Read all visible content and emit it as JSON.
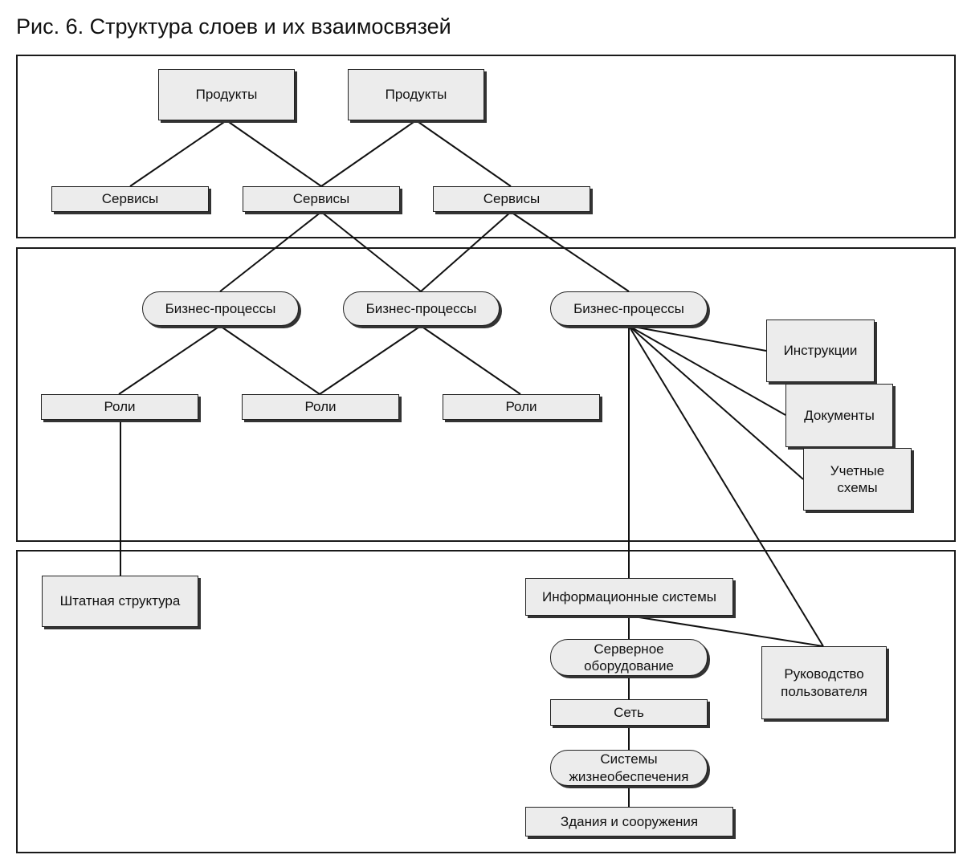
{
  "caption": "Рис. 6. Структура слоев и их взаимосвязей",
  "nodes": {
    "product_1": "Продукты",
    "product_2": "Продукты",
    "service_1": "Сервисы",
    "service_2": "Сервисы",
    "service_3": "Сервисы",
    "bp_1": "Бизнес-процессы",
    "bp_2": "Бизнес-процессы",
    "bp_3": "Бизнес-процессы",
    "role_1": "Роли",
    "role_2": "Роли",
    "role_3": "Роли",
    "instructions": "Инструкции",
    "documents": "Документы",
    "accounting_schemes": "Учетные\nсхемы",
    "staff_structure": "Штатная структура",
    "info_systems": "Информационные системы",
    "server_equipment": "Серверное\nоборудование",
    "user_guide": "Руководство\nпользователя",
    "network": "Сеть",
    "life_support": "Системы\nжизнеобеспечения",
    "buildings": "Здания и сооружения"
  }
}
